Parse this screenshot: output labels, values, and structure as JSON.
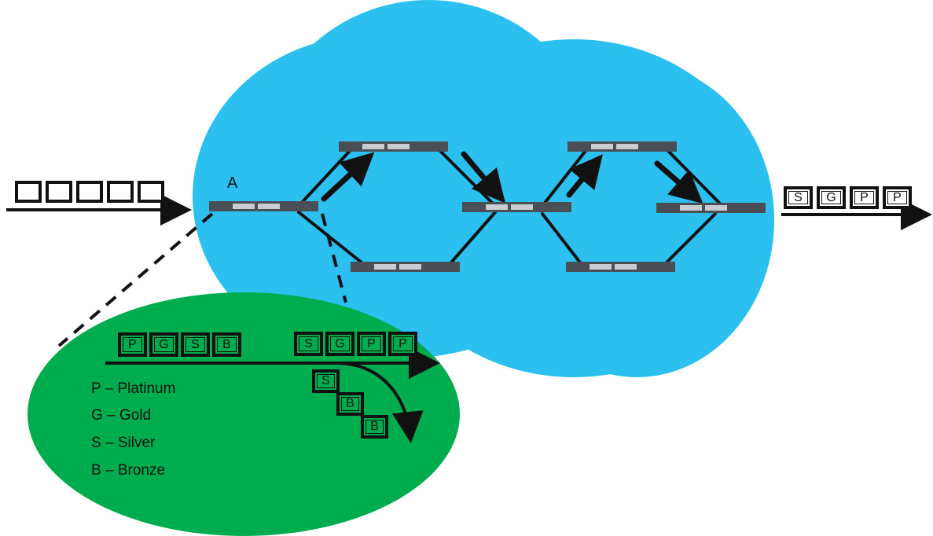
{
  "router_label": "A",
  "incoming_packets": [
    "",
    "",
    "",
    "",
    ""
  ],
  "outgoing_packets": [
    "S",
    "G",
    "P",
    "P"
  ],
  "zoom": {
    "queue_in": [
      "P",
      "G",
      "S",
      "B"
    ],
    "queue_out": [
      "S",
      "G",
      "P",
      "P"
    ],
    "dropped": [
      "S",
      "B",
      "B"
    ]
  },
  "legend": [
    {
      "code": "P",
      "sep": "–",
      "name": "Platinum"
    },
    {
      "code": "G",
      "sep": "–",
      "name": "Gold"
    },
    {
      "code": "S",
      "sep": "–",
      "name": "Silver"
    },
    {
      "code": "B",
      "sep": "–",
      "name": "Bronze"
    }
  ],
  "colors": {
    "cloud": "#2cc0f1",
    "zoom_ellipse": "#00ad4e",
    "switch_body": "#4a4f55",
    "switch_ports": "#c9cdd1",
    "link": "#111111"
  }
}
